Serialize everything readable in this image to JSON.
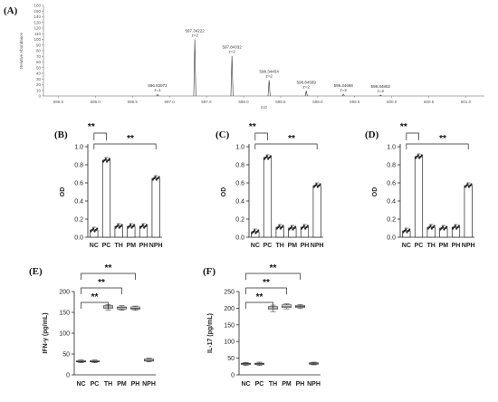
{
  "chart_data": [
    {
      "panel": "(A)",
      "type": "line",
      "xlabel": "m/z",
      "ylabel": "Relative Abundance",
      "xlim": [
        595.3,
        601.25
      ],
      "ylim": [
        0,
        160
      ],
      "x_ticks": [
        "595.5",
        "596.0",
        "596.5",
        "597.0",
        "597.5",
        "598.0",
        "598.5",
        "599.0",
        "599.5",
        "600.0",
        "600.5",
        "601.0"
      ],
      "y_ticks": [
        "0",
        "10",
        "20",
        "30",
        "40",
        "50",
        "60",
        "70",
        "80",
        "90",
        "100",
        "110",
        "120",
        "130",
        "140",
        "150",
        "160"
      ],
      "peaks": [
        {
          "mz": 596.83972,
          "intensity": 3,
          "mz_label": "596.83972",
          "z_label": "z=1"
        },
        {
          "mz": 597.34222,
          "intensity": 100,
          "mz_label": "597.34222",
          "z_label": "z=2"
        },
        {
          "mz": 597.84332,
          "intensity": 71,
          "mz_label": "597.84332",
          "z_label": "z=2"
        },
        {
          "mz": 598.34454,
          "intensity": 28,
          "mz_label": "598.34454",
          "z_label": "z=2"
        },
        {
          "mz": 598.84589,
          "intensity": 9,
          "mz_label": "598.84589",
          "z_label": "z=2"
        },
        {
          "mz": 599.34698,
          "intensity": 3,
          "mz_label": "599.34698",
          "z_label": "z=2"
        },
        {
          "mz": 599.84882,
          "intensity": 1.5,
          "mz_label": "599.84882",
          "z_label": "z=2"
        }
      ]
    },
    {
      "panel": "(B)",
      "type": "bar",
      "ylabel": "OD",
      "ylim": [
        0,
        1.0
      ],
      "y_ticks": [
        "0.0",
        "0.2",
        "0.4",
        "0.6",
        "0.8",
        "1.0"
      ],
      "categories": [
        "NC",
        "PC",
        "TH",
        "PM",
        "PH",
        "NPH"
      ],
      "values": [
        0.08,
        0.85,
        0.12,
        0.12,
        0.12,
        0.65
      ],
      "significance": [
        {
          "from": "NC",
          "to": "PC",
          "label": "**"
        },
        {
          "from": "NC",
          "to": "NPH",
          "label": "**"
        }
      ]
    },
    {
      "panel": "(C)",
      "type": "bar",
      "ylabel": "OD",
      "ylim": [
        0,
        1.0
      ],
      "y_ticks": [
        "0.0",
        "0.2",
        "0.4",
        "0.6",
        "0.8",
        "1.0"
      ],
      "categories": [
        "NC",
        "PC",
        "TH",
        "PM",
        "PH",
        "NPH"
      ],
      "values": [
        0.06,
        0.88,
        0.11,
        0.1,
        0.11,
        0.57
      ],
      "significance": [
        {
          "from": "NC",
          "to": "PC",
          "label": "**"
        },
        {
          "from": "NC",
          "to": "NPH",
          "label": "**"
        }
      ]
    },
    {
      "panel": "(D)",
      "type": "bar",
      "ylabel": "OD",
      "ylim": [
        0,
        1.0
      ],
      "y_ticks": [
        "0.0",
        "0.2",
        "0.4",
        "0.6",
        "0.8",
        "1.0"
      ],
      "categories": [
        "NC",
        "PC",
        "TH",
        "PM",
        "PH",
        "NPH"
      ],
      "values": [
        0.07,
        0.89,
        0.11,
        0.1,
        0.11,
        0.57
      ],
      "significance": [
        {
          "from": "NC",
          "to": "PC",
          "label": "**"
        },
        {
          "from": "NC",
          "to": "NPH",
          "label": "**"
        }
      ]
    },
    {
      "panel": "(E)",
      "type": "box",
      "ylabel": "IFN-γ (pg/mL)",
      "ylim": [
        0,
        200
      ],
      "y_ticks": [
        "0",
        "50",
        "100",
        "150",
        "200"
      ],
      "categories": [
        "NC",
        "PC",
        "TH",
        "PM",
        "PH",
        "NPH"
      ],
      "boxes": [
        {
          "min": 29,
          "q1": 31,
          "median": 32,
          "q3": 34,
          "max": 36
        },
        {
          "min": 29,
          "q1": 31,
          "median": 32,
          "q3": 34,
          "max": 36
        },
        {
          "min": 156,
          "q1": 160,
          "median": 163,
          "q3": 166,
          "max": 169
        },
        {
          "min": 155,
          "q1": 158,
          "median": 161,
          "q3": 163,
          "max": 166
        },
        {
          "min": 155,
          "q1": 158,
          "median": 160,
          "q3": 163,
          "max": 165
        },
        {
          "min": 31,
          "q1": 33,
          "median": 35,
          "q3": 38,
          "max": 40
        }
      ],
      "significance": [
        {
          "from": "NC",
          "to": "TH",
          "label": "**"
        },
        {
          "from": "NC",
          "to": "PM",
          "label": "**"
        },
        {
          "from": "NC",
          "to": "PH",
          "label": "**"
        }
      ]
    },
    {
      "panel": "(F)",
      "type": "box",
      "ylabel": "IL-17 (pg/mL)",
      "ylim": [
        0,
        250
      ],
      "y_ticks": [
        "0",
        "50",
        "100",
        "150",
        "200",
        "250"
      ],
      "categories": [
        "NC",
        "PC",
        "TH",
        "PM",
        "PH",
        "NPH"
      ],
      "boxes": [
        {
          "min": 28,
          "q1": 31,
          "median": 33,
          "q3": 35,
          "max": 37
        },
        {
          "min": 28,
          "q1": 31,
          "median": 33,
          "q3": 35,
          "max": 38
        },
        {
          "min": 190,
          "q1": 197,
          "median": 201,
          "q3": 205,
          "max": 209
        },
        {
          "min": 198,
          "q1": 202,
          "median": 206,
          "q3": 210,
          "max": 213
        },
        {
          "min": 199,
          "q1": 202,
          "median": 205,
          "q3": 208,
          "max": 211
        },
        {
          "min": 30,
          "q1": 32,
          "median": 34,
          "q3": 36,
          "max": 38
        }
      ],
      "significance": [
        {
          "from": "NC",
          "to": "TH",
          "label": "**"
        },
        {
          "from": "NC",
          "to": "PM",
          "label": "**"
        },
        {
          "from": "NC",
          "to": "PH",
          "label": "**"
        }
      ]
    }
  ]
}
